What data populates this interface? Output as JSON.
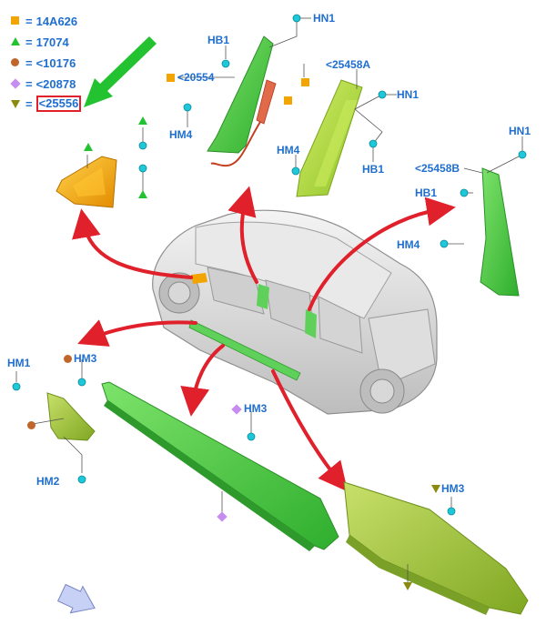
{
  "legend": [
    {
      "symbol": "orange-square",
      "eq": "=",
      "code": "14A626"
    },
    {
      "symbol": "green-triangle",
      "eq": "=",
      "code": "17074"
    },
    {
      "symbol": "brown-circle",
      "eq": "=",
      "code": "<10176"
    },
    {
      "symbol": "purple-diamond",
      "eq": "=",
      "code": "<20878"
    },
    {
      "symbol": "olive-triangle-down",
      "eq": "=",
      "code": "<25556",
      "highlighted": true
    }
  ],
  "labels": {
    "hn1_top": "HN1",
    "hb1_top": "HB1",
    "code_20554": "<20554",
    "hm4_left": "HM4",
    "code_25458a": "<25458A",
    "hn1_mid": "HN1",
    "hm4_mid": "HM4",
    "hb1_mid": "HB1",
    "hn1_right": "HN1",
    "code_25458b": "<25458B",
    "hb1_right": "HB1",
    "hm4_right": "HM4",
    "hm1": "HM1",
    "hm3_left": "HM3",
    "hm2": "HM2",
    "hm3_center": "HM3",
    "hm3_right": "HM3"
  },
  "colors": {
    "label_blue": "#1f6fd0",
    "part_green": "#39c23a",
    "part_yellow_green": "#a9d93a",
    "part_orange": "#f2a500",
    "arrow_red": "#e0202a",
    "arrow_green": "#22c230",
    "clip_cyan": "#1ec8d8",
    "car_gray": "#d8d8d8"
  }
}
